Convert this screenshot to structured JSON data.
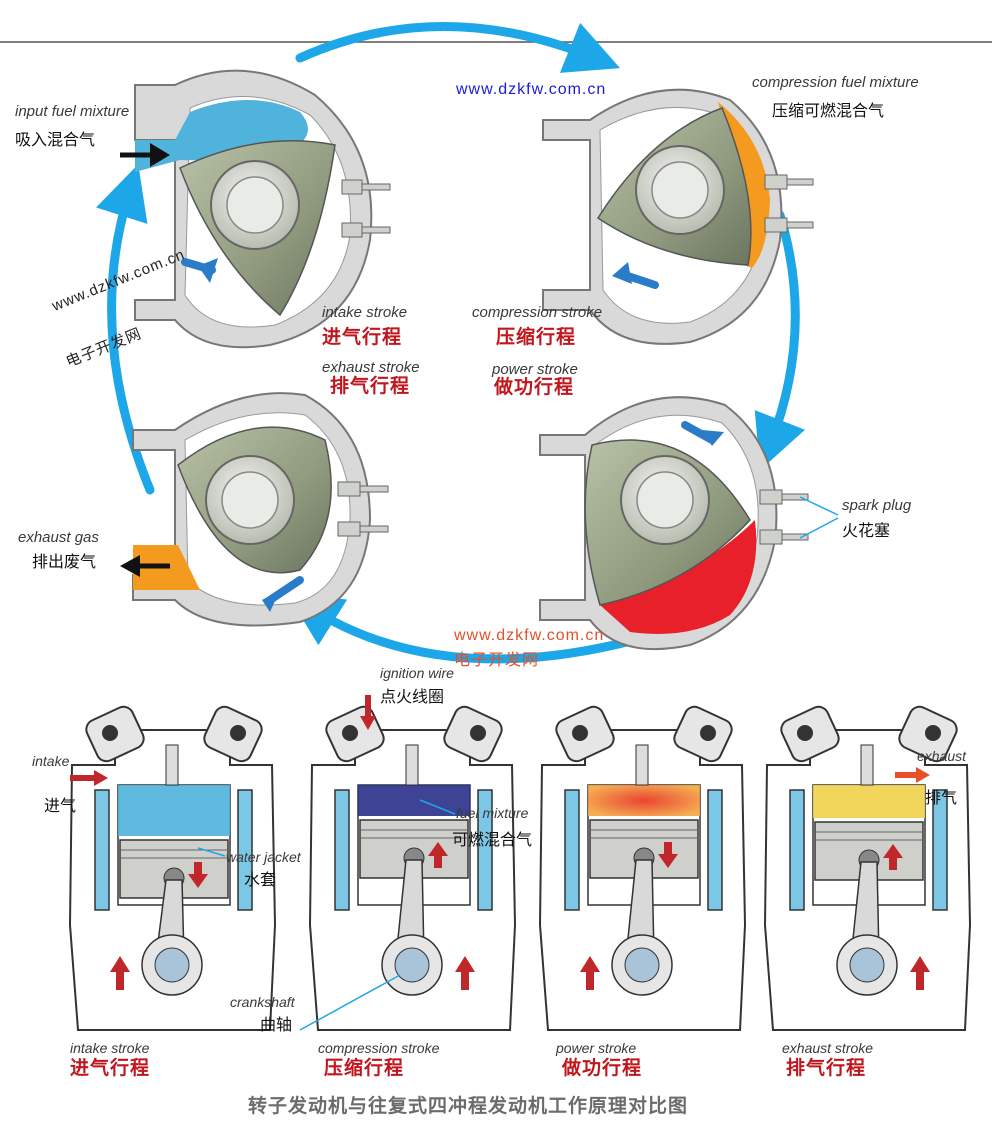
{
  "watermarks": {
    "top_right": "www.dzkfw.com.cn",
    "left_url": "www.dzkfw.com.cn",
    "left_cn": "电子开发网",
    "middle_url": "www.dzkfw.com.cn",
    "middle_cn": "电子开发网"
  },
  "rotary": {
    "input_mixture_en": "input fuel mixture",
    "input_mixture_cn": "吸入混合气",
    "compression_mixture_en": "compression fuel mixture",
    "compression_mixture_cn": "压缩可燃混合气",
    "exhaust_gas_en": "exhaust gas",
    "exhaust_gas_cn": "排出废气",
    "spark_plug_en": "spark plug",
    "spark_plug_cn": "火花塞",
    "strokes": {
      "intake_en": "intake stroke",
      "intake_cn": "进气行程",
      "compression_en": "compression stroke",
      "compression_cn": "压缩行程",
      "exhaust_en": "exhaust stroke",
      "exhaust_cn": "排气行程",
      "power_en": "power stroke",
      "power_cn": "做功行程"
    }
  },
  "piston": {
    "ignition_wire_en": "ignition wire",
    "ignition_wire_cn": "点火线圈",
    "intake_en": "intake",
    "intake_cn": "进气",
    "exhaust_en": "exhaust",
    "exhaust_cn": "排气",
    "fuel_mixture_en": "fuel mixture",
    "fuel_mixture_cn": "可燃混合气",
    "water_jacket_en": "water jacket",
    "water_jacket_cn": "水套",
    "crankshaft_en": "crankshaft",
    "crankshaft_cn": "曲轴",
    "strokes": [
      {
        "en": "intake stroke",
        "cn": "进气行程"
      },
      {
        "en": "compression stroke",
        "cn": "压缩行程"
      },
      {
        "en": "power stroke",
        "cn": "做功行程"
      },
      {
        "en": "exhaust stroke",
        "cn": "排气行程"
      }
    ]
  },
  "caption": "转子发动机与往复式四冲程发动机工作原理对比图",
  "colors": {
    "cycle_arrow": "#1ea7e8",
    "intake_charge": "#4fb3dc",
    "compressed_charge": "#f39a1f",
    "combustion": "#e8202a",
    "exhaust_gas": "#f39a1f",
    "rotor": "#8f9a7e",
    "housing": "#d9d9d9",
    "water_jacket": "#7cc6e6",
    "piston_exhaust": "#f1d14a",
    "label_red": "#c1161c"
  }
}
